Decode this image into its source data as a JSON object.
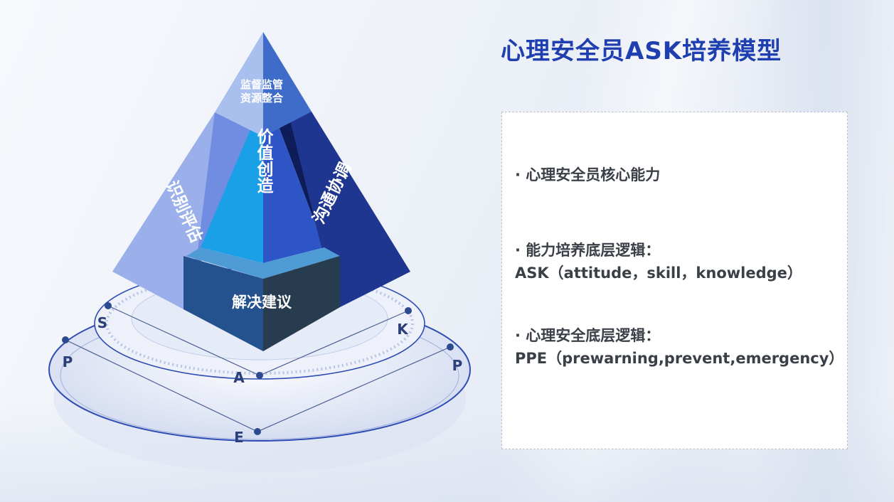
{
  "title": "心理安全员ASK培养模型",
  "pyramid": {
    "apex_line1": "监督监管",
    "apex_line2": "资源整合",
    "left_face": "识别评估",
    "center_face": "价值创造",
    "right_face": "沟通协调",
    "base_face": "解决建议"
  },
  "rings": {
    "labels": [
      "S",
      "K",
      "A",
      "P",
      "P",
      "E"
    ]
  },
  "panel": {
    "item1": "· 心理安全员核心能力",
    "item2_line1": "· 能力培养底层逻辑：",
    "item2_line2": "ASK（attitude，skill，knowledge）",
    "item3_line1": "· 心理安全底层逻辑：",
    "item3_line2": "PPE（prewarning,prevent,emergency）"
  },
  "colors": {
    "title": "#1f3fb0",
    "apex_left": "#a9c0ee",
    "apex_right": "#3f6cc9",
    "left_face": "#9bb0ea",
    "left_inner": "#6d8ae0",
    "center_left": "#1aa0e6",
    "center_right": "#2d55c6",
    "right_face": "#1f3690",
    "right_inner": "#0e1d5a",
    "base_left": "#24528f",
    "base_right": "#273c4f",
    "ring_stroke": "#2f4db3",
    "node": "#2b4a8f"
  }
}
